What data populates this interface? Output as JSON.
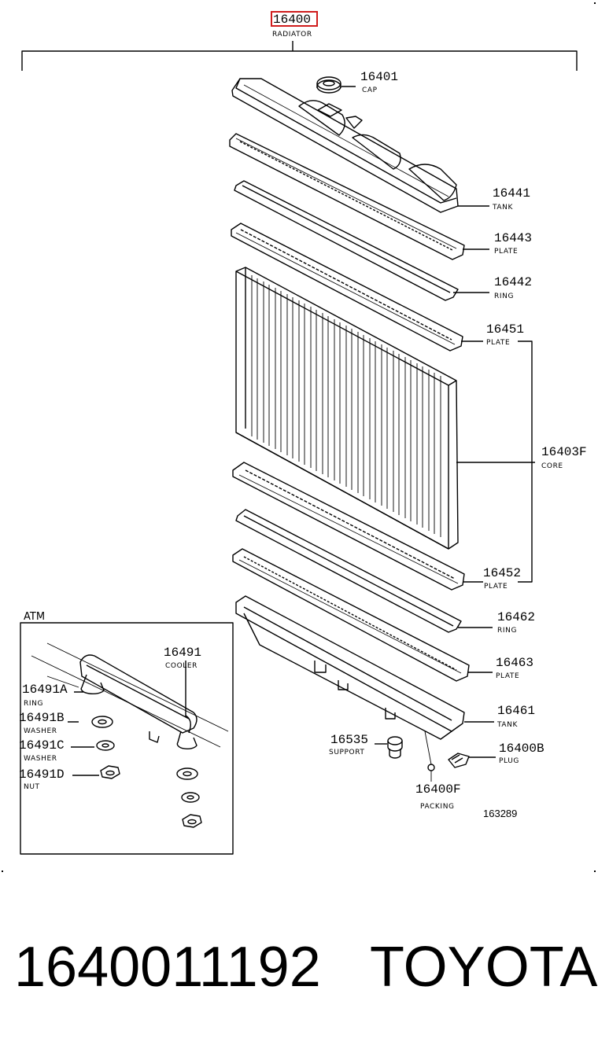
{
  "title": {
    "part_number": "16400",
    "name": "RADIATOR"
  },
  "highlight_color": "#d01c1c",
  "atm_label": "ATM",
  "reference_number": "163289",
  "parts": [
    {
      "id": "cap",
      "number": "16401",
      "name": "CAP"
    },
    {
      "id": "upper-tank",
      "number": "16441",
      "name": "TANK"
    },
    {
      "id": "upper-plate",
      "number": "16443",
      "name": "PLATE"
    },
    {
      "id": "upper-ring",
      "number": "16442",
      "name": "RING"
    },
    {
      "id": "core-upper-plate",
      "number": "16451",
      "name": "PLATE"
    },
    {
      "id": "core",
      "number": "16403F",
      "name": "CORE"
    },
    {
      "id": "core-lower-plate",
      "number": "16452",
      "name": "PLATE"
    },
    {
      "id": "lower-ring",
      "number": "16462",
      "name": "RING"
    },
    {
      "id": "lower-plate",
      "number": "16463",
      "name": "PLATE"
    },
    {
      "id": "lower-tank",
      "number": "16461",
      "name": "TANK"
    },
    {
      "id": "support",
      "number": "16535",
      "name": "SUPPORT"
    },
    {
      "id": "plug",
      "number": "16400B",
      "name": "PLUG"
    },
    {
      "id": "packing",
      "number": "16400F",
      "name": "PACKING"
    },
    {
      "id": "cooler",
      "number": "16491",
      "name": "COOLER"
    },
    {
      "id": "cooler-ring",
      "number": "16491A",
      "name": "RING"
    },
    {
      "id": "cooler-washer-b",
      "number": "16491B",
      "name": "WASHER"
    },
    {
      "id": "cooler-washer-c",
      "number": "16491C",
      "name": "WASHER"
    },
    {
      "id": "cooler-nut",
      "number": "16491D",
      "name": "NUT"
    }
  ],
  "footer": {
    "part_code": "1640011192",
    "brand": "TOYOTA"
  }
}
